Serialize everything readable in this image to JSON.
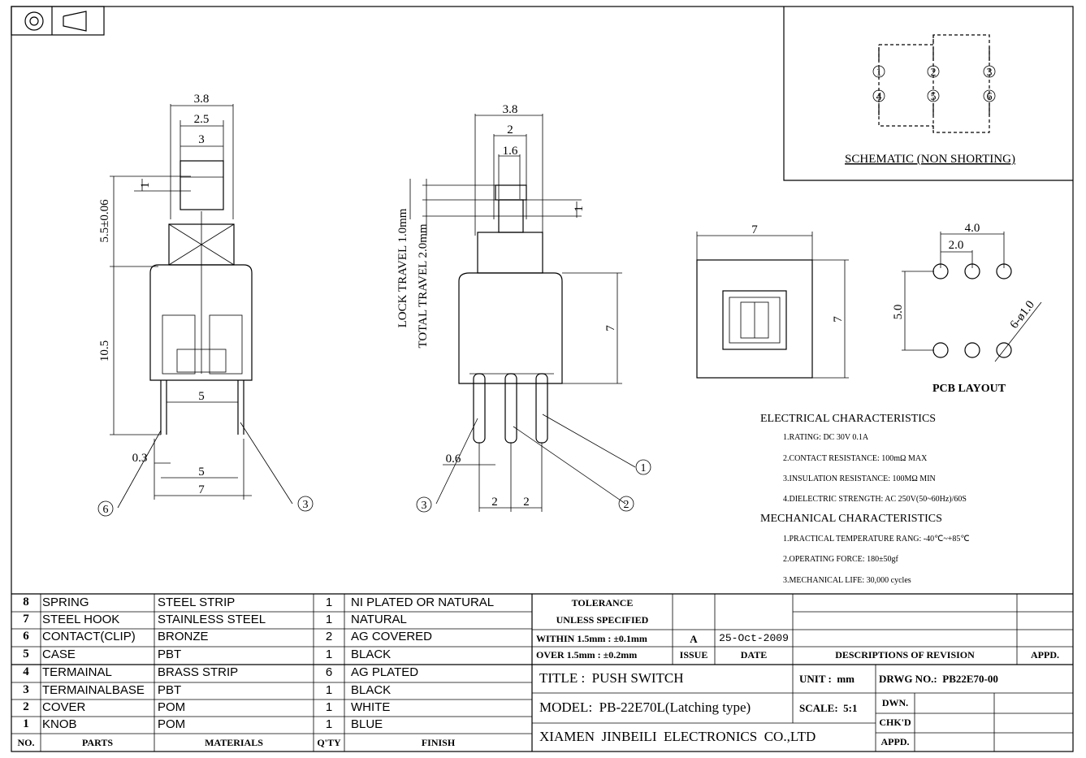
{
  "symbol": {
    "projection": "third-angle-projection-icon"
  },
  "front_view": {
    "dims": {
      "top_w": "3.8",
      "mid_w": "2.5",
      "inner_w": "3",
      "travel": "1",
      "height_top": "5.5±0.06",
      "height_body": "10.5",
      "pin_spacing": "5",
      "pin_thick": "0.3",
      "bottom_pins": "5",
      "bottom_total": "7"
    },
    "callout_left": "6",
    "callout_right": "3"
  },
  "side_view": {
    "dims": {
      "top_w": "3.8",
      "mid_w": "2",
      "inner_w": "1.6",
      "travel": "1",
      "body_h": "7",
      "pin_w": "0.6",
      "pitch1": "2",
      "pitch2": "2"
    },
    "lock_travel": "LOCK TRAVEL 1.0mm",
    "total_travel": "TOTAL TRAVEL 2.0mm",
    "callouts": [
      "1",
      "2",
      "3"
    ]
  },
  "top_view": {
    "w": "7",
    "h": "7"
  },
  "schematic": {
    "pins_top": [
      "1",
      "2",
      "3"
    ],
    "pins_bottom": [
      "4",
      "5",
      "6"
    ],
    "title": "SCHEMATIC (NON SHORTING)"
  },
  "pcb": {
    "dim_outer": "4.0",
    "dim_pitch": "2.0",
    "dim_height": "5.0",
    "hole": "6-ø1.0",
    "title": "PCB LAYOUT"
  },
  "electrical": {
    "title": "ELECTRICAL CHARACTERISTICS",
    "items": [
      "1.RATING: DC 30V 0.1A",
      "2.CONTACT RESISTANCE: 100mΩ MAX",
      "3.INSULATION RESISTANCE: 100MΩ MIN",
      "4.DIELECTRIC STRENGTH: AC 250V(50~60Hz)/60S"
    ]
  },
  "mechanical": {
    "title": "MECHANICAL CHARACTERISTICS",
    "items": [
      "1.PRACTICAL TEMPERATURE RANG: -40℃~+85℃",
      "2.OPERATING FORCE: 180±50gf",
      "3.MECHANICAL LIFE: 30,000 cycles"
    ]
  },
  "bom": {
    "rows": [
      {
        "no": "8",
        "part": "SPRING",
        "material": "STEEL STRIP",
        "qty": "1",
        "finish": "NI PLATED OR NATURAL"
      },
      {
        "no": "7",
        "part": "STEEL HOOK",
        "material": "STAINLESS STEEL",
        "qty": "1",
        "finish": "NATURAL"
      },
      {
        "no": "6",
        "part": "CONTACT(CLIP)",
        "material": "BRONZE",
        "qty": "2",
        "finish": "AG COVERED"
      },
      {
        "no": "5",
        "part": "CASE",
        "material": "PBT",
        "qty": "1",
        "finish": "BLACK"
      },
      {
        "no": "4",
        "part": "TERMAINAL",
        "material": "BRASS STRIP",
        "qty": "6",
        "finish": "AG PLATED"
      },
      {
        "no": "3",
        "part": "TERMAINALBASE",
        "material": "PBT",
        "qty": "1",
        "finish": "BLACK"
      },
      {
        "no": "2",
        "part": "COVER",
        "material": "POM",
        "qty": "1",
        "finish": "WHITE"
      },
      {
        "no": "1",
        "part": "KNOB",
        "material": "POM",
        "qty": "1",
        "finish": "BLUE"
      }
    ],
    "headers": {
      "no": "NO.",
      "part": "PARTS",
      "material": "MATERIALS",
      "qty": "Q'TY",
      "finish": "FINISH"
    }
  },
  "title_block": {
    "tolerance": "TOLERANCE",
    "unless": "UNLESS  SPECIFIED",
    "within": "WITHIN 1.5mm : ±0.1mm",
    "over": "OVER  1.5mm : ±0.2mm",
    "issue_val": "A",
    "date_val": "25-Oct-2009",
    "issue_h": "ISSUE",
    "date_h": "DATE",
    "desc_h": "DESCRIPTIONS OF REVISION",
    "appd_h": "APPD.",
    "title": "TITLE :  PUSH SWITCH",
    "unit": "UNIT :  mm",
    "drwg": "DRWG NO.:  PB22E70-00",
    "model": "MODEL:  PB-22E70L(Latching type)",
    "scale": "SCALE:  5:1",
    "dwn": "DWN.",
    "chkd": "CHK'D",
    "appd": "APPD.",
    "company": "XIAMEN  JINBEILI  ELECTRONICS  CO.,LTD"
  }
}
